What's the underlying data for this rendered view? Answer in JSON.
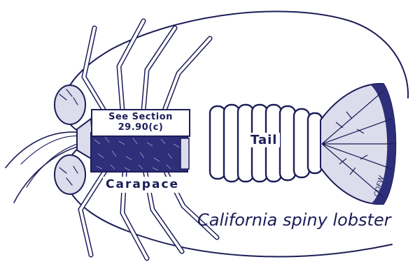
{
  "figure": {
    "section_label_line1": "See Section",
    "section_label_line2": "29.90(c)",
    "tail_label": "Tail",
    "carapace_label": "Carapace",
    "species_caption": "California spiny lobster",
    "credit": "CDFW"
  },
  "colors": {
    "ink": "#1c1d58",
    "shade": "#2e2f7a",
    "light": "#dcdcec",
    "background": "#ffffff"
  }
}
